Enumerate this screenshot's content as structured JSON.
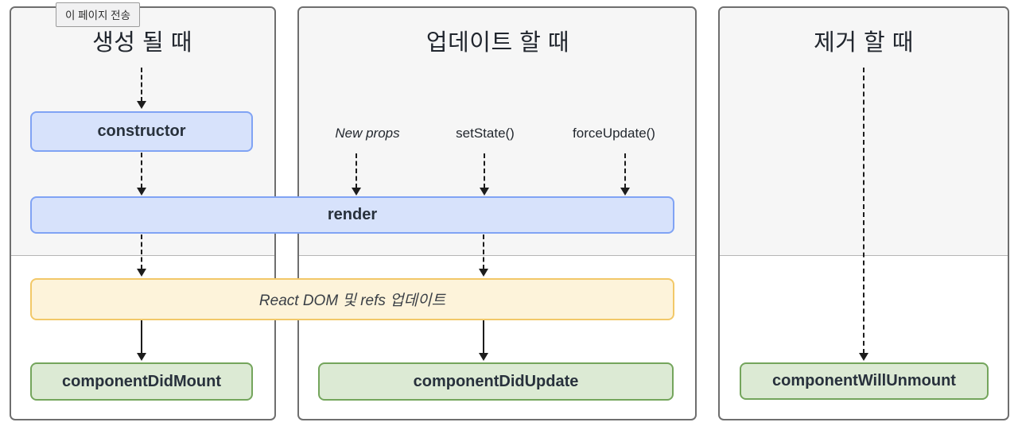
{
  "tooltip": {
    "label": "이 페이지 전송"
  },
  "columns": [
    {
      "id": "mounting",
      "title": "생성 될 때"
    },
    {
      "id": "updating",
      "title": "업데이트 할 때"
    },
    {
      "id": "unmounting",
      "title": "제거 할 때"
    }
  ],
  "triggers": {
    "new_props": "New props",
    "set_state": "setState()",
    "force_update": "forceUpdate()"
  },
  "methods": {
    "constructor_label": "constructor",
    "render_label": "render",
    "react_dom_label": "React DOM 및 refs 업데이트",
    "component_did_mount": "componentDidMount",
    "component_did_update": "componentDidUpdate",
    "component_will_unmount": "componentWillUnmount"
  },
  "colors": {
    "method_fill": "#d7e2fb",
    "method_border": "#80a3f4",
    "dom_update_fill": "#fdf3da",
    "dom_update_border": "#f2c868",
    "effect_fill": "#dcead4",
    "effect_border": "#74a55c",
    "panel_phase_top_bg": "#f6f6f6",
    "panel_phase_bottom_bg": "#ffffff",
    "panel_border": "#6e6e6e",
    "arrow": "#1c1c1c"
  }
}
